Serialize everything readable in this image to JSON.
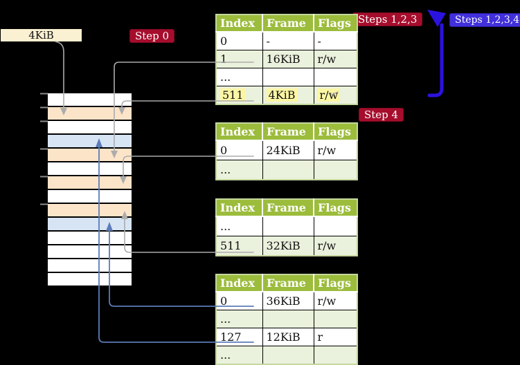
{
  "diagram": {
    "memory_box_label": "4KiB",
    "badges": [
      {
        "id": "step0",
        "label": "Step 0",
        "color": "#A60D2C"
      },
      {
        "id": "steps123",
        "label": "Steps 1,2,3",
        "color": "#A60D2C"
      },
      {
        "id": "steps1234",
        "label": "Steps 1,2,3,4",
        "color": "#4130DB"
      },
      {
        "id": "step4",
        "label": "Step 4",
        "color": "#A60D2C"
      }
    ],
    "tables": [
      {
        "headers": [
          "Index",
          "Frame",
          "Flags"
        ],
        "rows": [
          {
            "cells": [
              "0",
              "-",
              "-"
            ]
          },
          {
            "cells": [
              "1",
              "16KiB",
              "r/w"
            ]
          },
          {
            "cells": [
              "...",
              "",
              ""
            ]
          },
          {
            "cells": [
              "511",
              "4KiB",
              "r/w"
            ],
            "highlight": true
          }
        ]
      },
      {
        "headers": [
          "Index",
          "Frame",
          "Flags"
        ],
        "rows": [
          {
            "cells": [
              "0",
              "24KiB",
              "r/w"
            ]
          },
          {
            "cells": [
              "...",
              "",
              ""
            ]
          }
        ]
      },
      {
        "headers": [
          "Index",
          "Frame",
          "Flags"
        ],
        "rows": [
          {
            "cells": [
              "...",
              "",
              ""
            ]
          },
          {
            "cells": [
              "511",
              "32KiB",
              "r/w"
            ]
          }
        ]
      },
      {
        "headers": [
          "Index",
          "Frame",
          "Flags"
        ],
        "rows": [
          {
            "cells": [
              "0",
              "36KiB",
              "r/w"
            ]
          },
          {
            "cells": [
              "...",
              "",
              ""
            ]
          },
          {
            "cells": [
              "127",
              "12KiB",
              "r"
            ]
          },
          {
            "cells": [
              "...",
              "",
              ""
            ]
          }
        ]
      }
    ],
    "memory_stack": {
      "rows": [
        "white",
        "orange",
        "white",
        "blue",
        "orange",
        "white",
        "orange",
        "white",
        "orange",
        "blue",
        "white",
        "white",
        "white",
        "white"
      ]
    },
    "arrows": [
      {
        "name": "arrow-4kib-label-to-frame",
        "color": "#ACACAC"
      },
      {
        "name": "arrow-table1-entry1-to-frame-16kib",
        "color": "#ACACAC"
      },
      {
        "name": "arrow-table1-entry511-to-frame-4kib",
        "color": "#ACACAC"
      },
      {
        "name": "arrow-table2-entry0-to-frame-24kib",
        "color": "#ACACAC"
      },
      {
        "name": "arrow-table3-entry511-to-frame-32kib",
        "color": "#ACACAC"
      },
      {
        "name": "arrow-table4-entry0-to-frame-36kib",
        "color": "#5B7CB8"
      },
      {
        "name": "arrow-table4-entry127-to-frame-12kib",
        "color": "#5B7CB8"
      },
      {
        "name": "blue-flow-arrow",
        "color": "#2B13DF"
      }
    ],
    "colors": {
      "background": "#000000",
      "memory_box": "#FAF0D2",
      "table_header": "#9CBC3C",
      "table_alt_row": "#EAF1DC",
      "table_border": "#C5D89F",
      "highlight": "#FCF6A4",
      "frame_orange": "#FCE4C9",
      "frame_blue": "#D7E4F4",
      "badge_red": "#A60D2C",
      "badge_blue": "#4130DB"
    }
  }
}
